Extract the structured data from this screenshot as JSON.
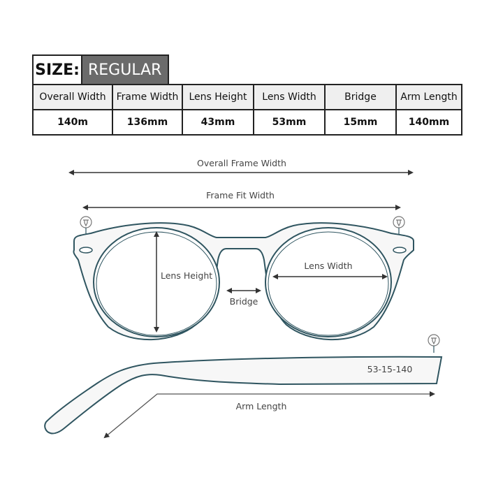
{
  "size": {
    "label": "SIZE:",
    "value": "REGULAR"
  },
  "table": {
    "headers": [
      "Overall  Width",
      "Frame Width",
      "Lens Height",
      "Lens Width",
      "Bridge",
      "Arm Length"
    ],
    "values": [
      "140m",
      "136mm",
      "43mm",
      "53mm",
      "15mm",
      "140mm"
    ]
  },
  "diagram": {
    "overall_frame_width": "Overall Frame Width",
    "frame_fit_width": "Frame Fit Width",
    "lens_height": "Lens Height",
    "lens_width": "Lens Width",
    "bridge": "Bridge",
    "arm_length": "Arm Length",
    "arm_marking": "53-15-140",
    "icons": [
      "screw-icon",
      "screw-icon",
      "screw-icon"
    ]
  },
  "colors": {
    "frame_outline": "#2f5560",
    "frame_fill": "#f7f7f7",
    "arrow": "#333333",
    "size_value_bg": "#6b6b6b",
    "header_bg": "#efefef"
  }
}
